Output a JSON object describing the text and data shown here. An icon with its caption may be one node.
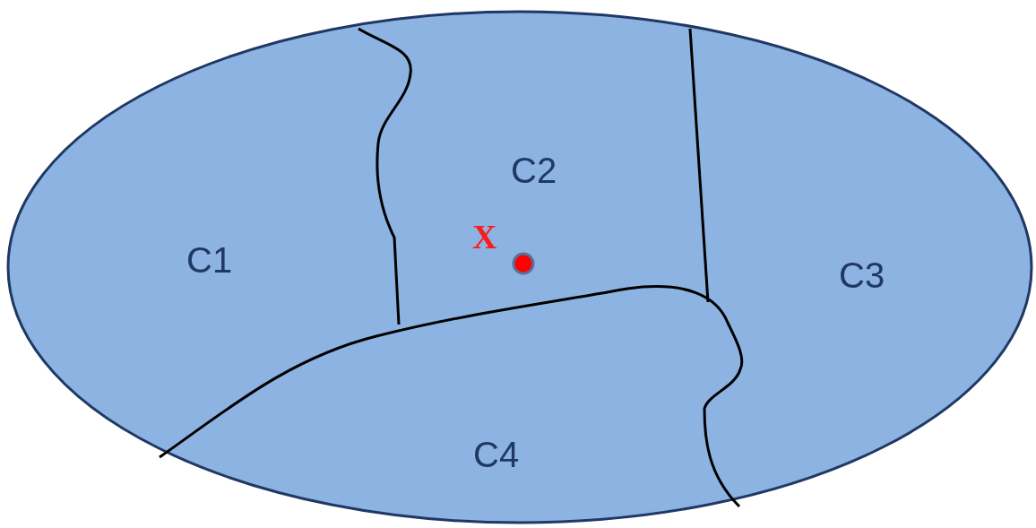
{
  "diagram": {
    "labels": [
      "C2",
      "X",
      "C1",
      "C3",
      "C4"
    ]
  }
}
